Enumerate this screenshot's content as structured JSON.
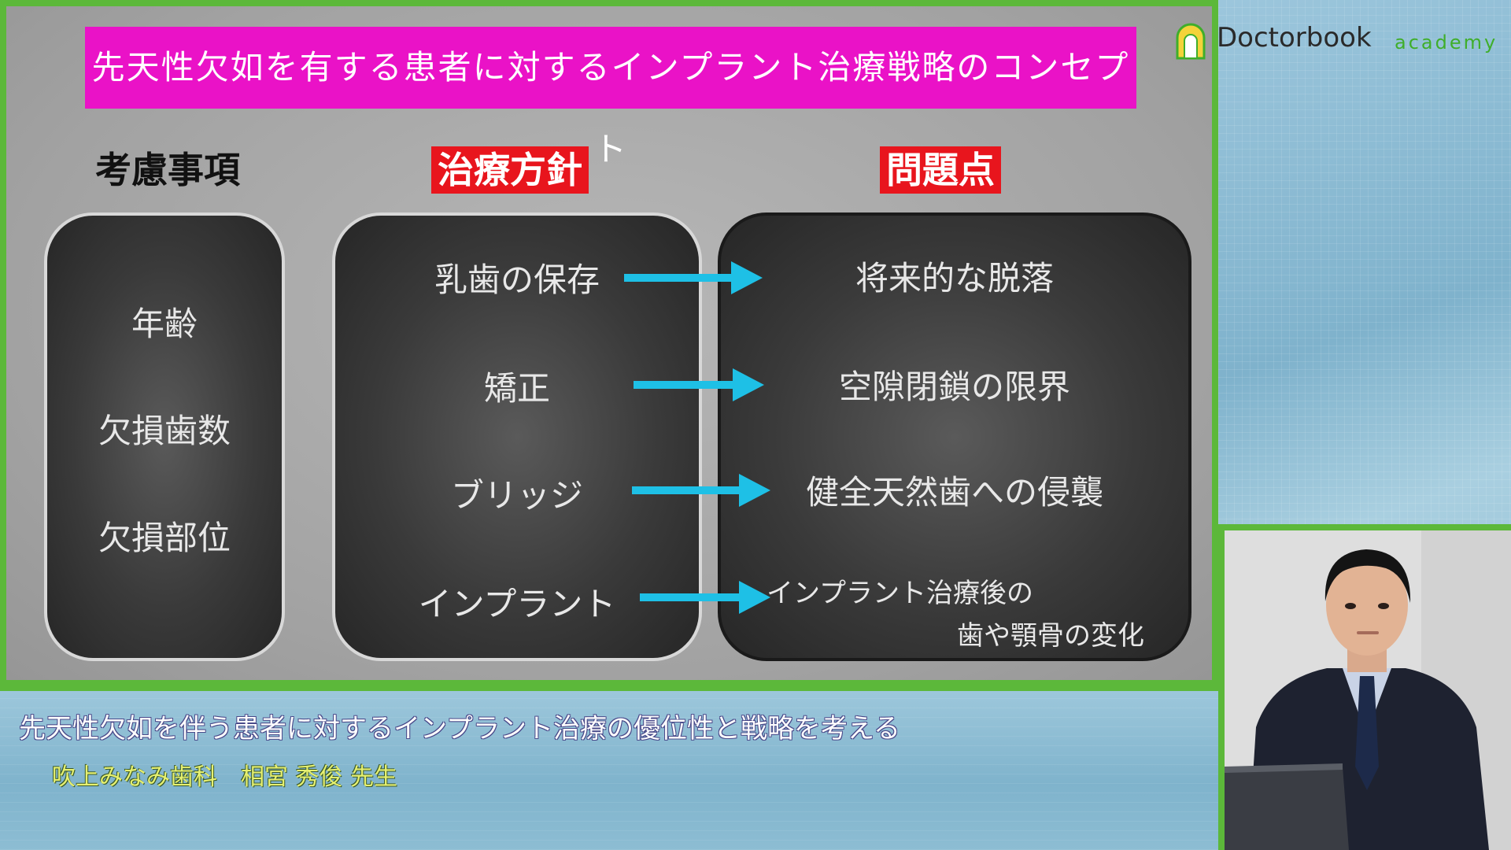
{
  "slide": {
    "title": "先天性欠如を有する患者に対するインプラント治療戦略のコンセプト",
    "col1_heading": "考慮事項",
    "col2_heading": "治療方針",
    "col3_heading": "問題点",
    "considerations": [
      "年齢",
      "欠損歯数",
      "欠損部位"
    ],
    "policies": [
      "乳歯の保存",
      "矯正",
      "ブリッジ",
      "インプラント"
    ],
    "problems": [
      "将来的な脱落",
      "空隙閉鎖の限界",
      "健全天然歯への侵襲",
      "インプラント治療後の",
      "歯や顎骨の変化"
    ]
  },
  "lower_third": {
    "title": "先天性欠如を伴う患者に対するインプラント治療の優位性と戦略を考える",
    "speaker": "吹上みなみ歯科　相宮 秀俊 先生"
  },
  "logo": {
    "brand": "Doctorbook",
    "sub": "academy"
  },
  "colors": {
    "title_bg": "#ea12c7",
    "heading_red": "#e8151d",
    "arrow": "#1ec0e6",
    "frame_green": "#5cb83a"
  }
}
